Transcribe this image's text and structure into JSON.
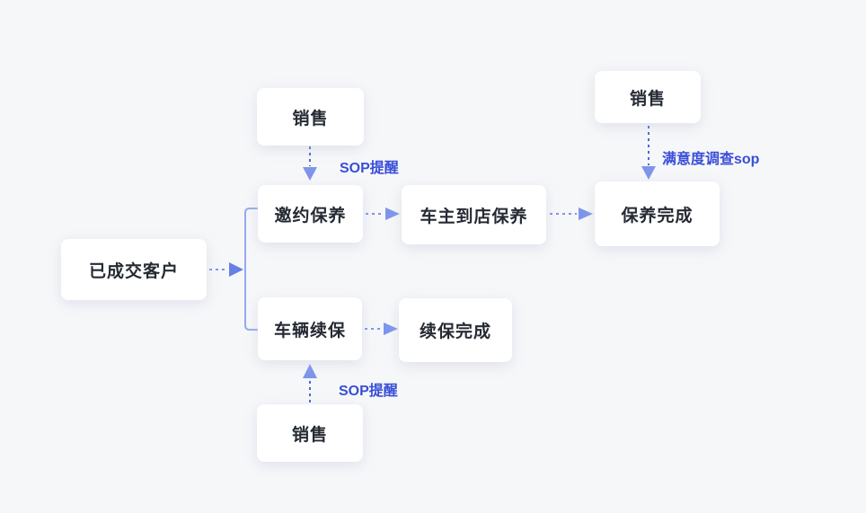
{
  "diagram": {
    "type": "flowchart",
    "background_color": "#f6f7f9",
    "colors": {
      "node_background": "#ffffff",
      "node_text": "#252a33",
      "edge_label_text": "#3a4ed8",
      "dash_line_vertical": "#4c66dd",
      "dash_line_horizontal": "#7e92ec",
      "arrowhead": "#7e95ea",
      "branch_bracket": "#97a9ee"
    }
  },
  "nodes": [
    {
      "id": "sales-top-left",
      "label": "销售"
    },
    {
      "id": "invite-maintenance",
      "label": "邀约保养"
    },
    {
      "id": "owner-store-maintenance",
      "label": "车主到店保养"
    },
    {
      "id": "maintenance-complete",
      "label": "保养完成"
    },
    {
      "id": "sales-top-right",
      "label": "销售"
    },
    {
      "id": "closed-customer",
      "label": "已成交客户"
    },
    {
      "id": "vehicle-renewal",
      "label": "车辆续保"
    },
    {
      "id": "renewal-complete",
      "label": "续保完成"
    },
    {
      "id": "sales-bottom",
      "label": "销售"
    }
  ],
  "edges": [
    {
      "from": "sales-top-left",
      "to": "invite-maintenance",
      "label": "SOP提醒",
      "style": "dashed",
      "direction": "down"
    },
    {
      "from": "invite-maintenance",
      "to": "owner-store-maintenance",
      "label": "",
      "style": "dashed",
      "direction": "right"
    },
    {
      "from": "owner-store-maintenance",
      "to": "maintenance-complete",
      "label": "",
      "style": "dashed",
      "direction": "right"
    },
    {
      "from": "sales-top-right",
      "to": "maintenance-complete",
      "label": "满意度调查sop",
      "style": "dashed",
      "direction": "down"
    },
    {
      "from": "closed-customer",
      "to": "invite-maintenance",
      "label": "",
      "style": "dashed-branch",
      "direction": "right"
    },
    {
      "from": "closed-customer",
      "to": "vehicle-renewal",
      "label": "",
      "style": "dashed-branch",
      "direction": "right"
    },
    {
      "from": "vehicle-renewal",
      "to": "renewal-complete",
      "label": "",
      "style": "dashed",
      "direction": "right"
    },
    {
      "from": "sales-bottom",
      "to": "vehicle-renewal",
      "label": "SOP提醒",
      "style": "dashed",
      "direction": "up"
    }
  ]
}
